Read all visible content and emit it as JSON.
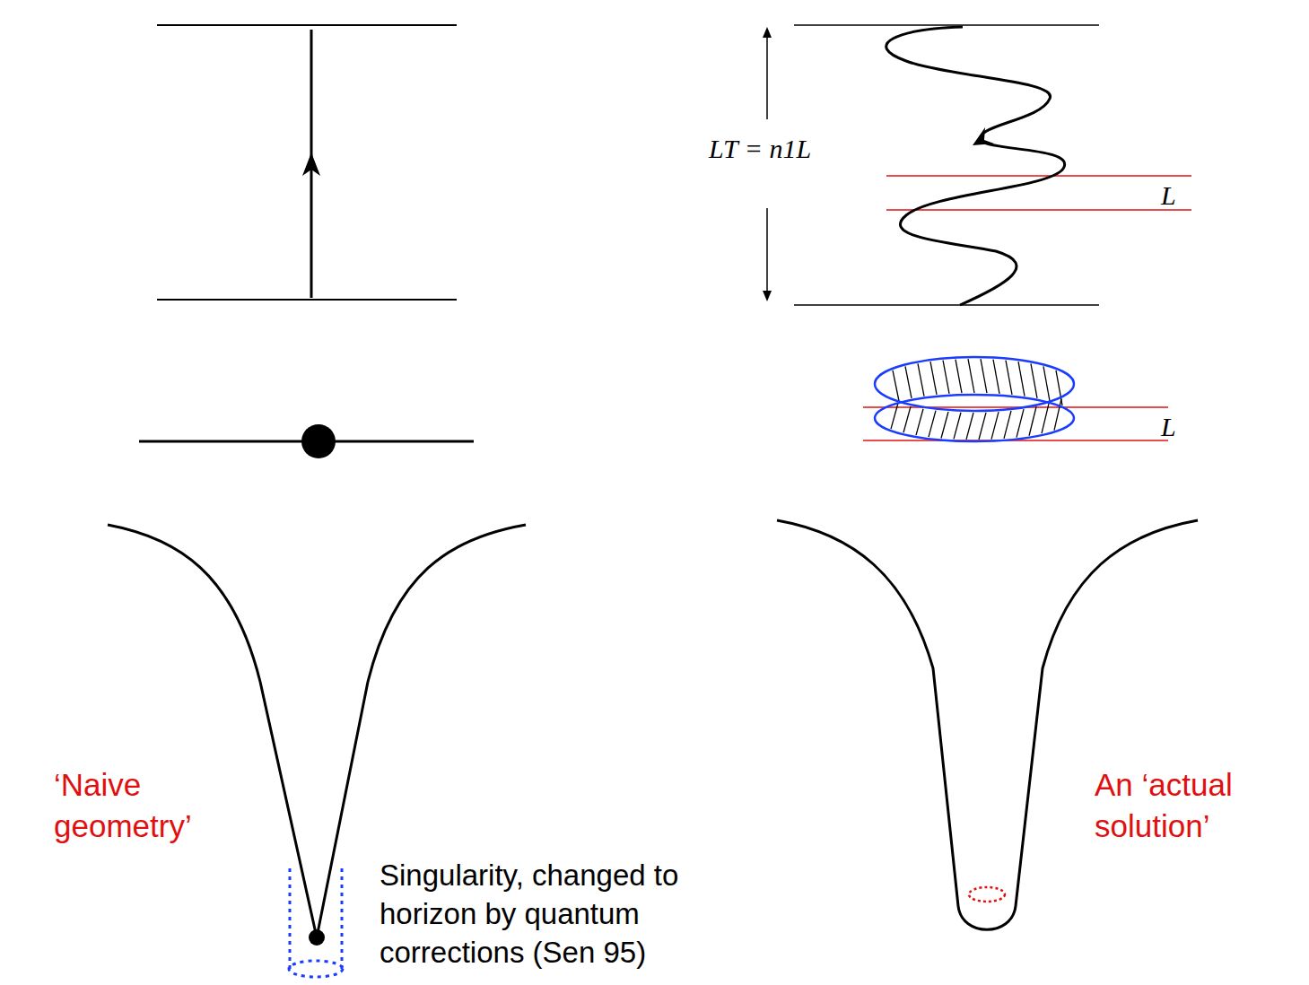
{
  "diagram": {
    "labels": [
      "LT = n1L",
      "L",
      "L",
      "‘Naive geometry’",
      "Singularity, changed to horizon by quantum corrections (Sen 95)",
      "An ‘actual solution’"
    ]
  }
}
